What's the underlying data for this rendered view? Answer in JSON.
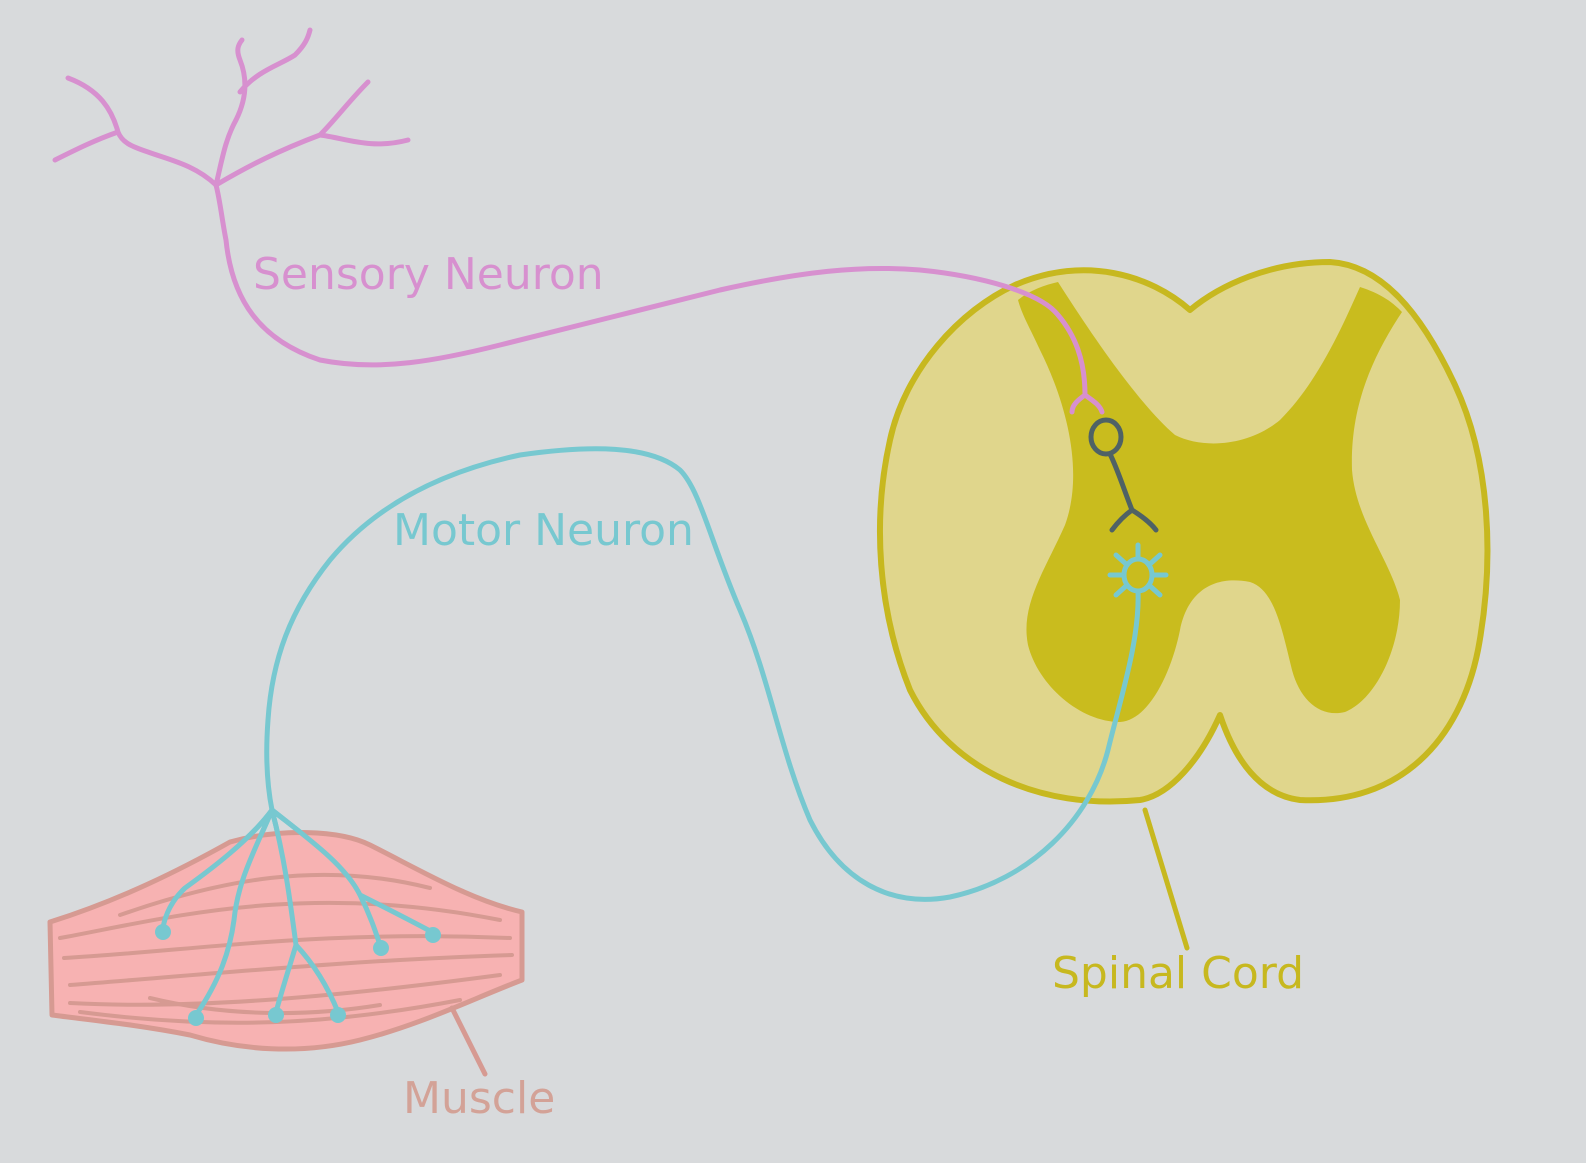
{
  "colors": {
    "background": "#d8dadc",
    "sensory": "#d790cf",
    "motor": "#77c8d0",
    "interneuron": "#4f6265",
    "spinal_outline": "#c7b81f",
    "white_matter": "#e0d68c",
    "grey_matter": "#c9bc1e",
    "muscle_fill": "#f7b2b2",
    "muscle_line": "#d69a92",
    "muscle_label": "#d3a297"
  },
  "labels": {
    "sensory_neuron": "Sensory Neuron",
    "motor_neuron": "Motor Neuron",
    "spinal_cord": "Spinal Cord",
    "muscle": "Muscle"
  }
}
